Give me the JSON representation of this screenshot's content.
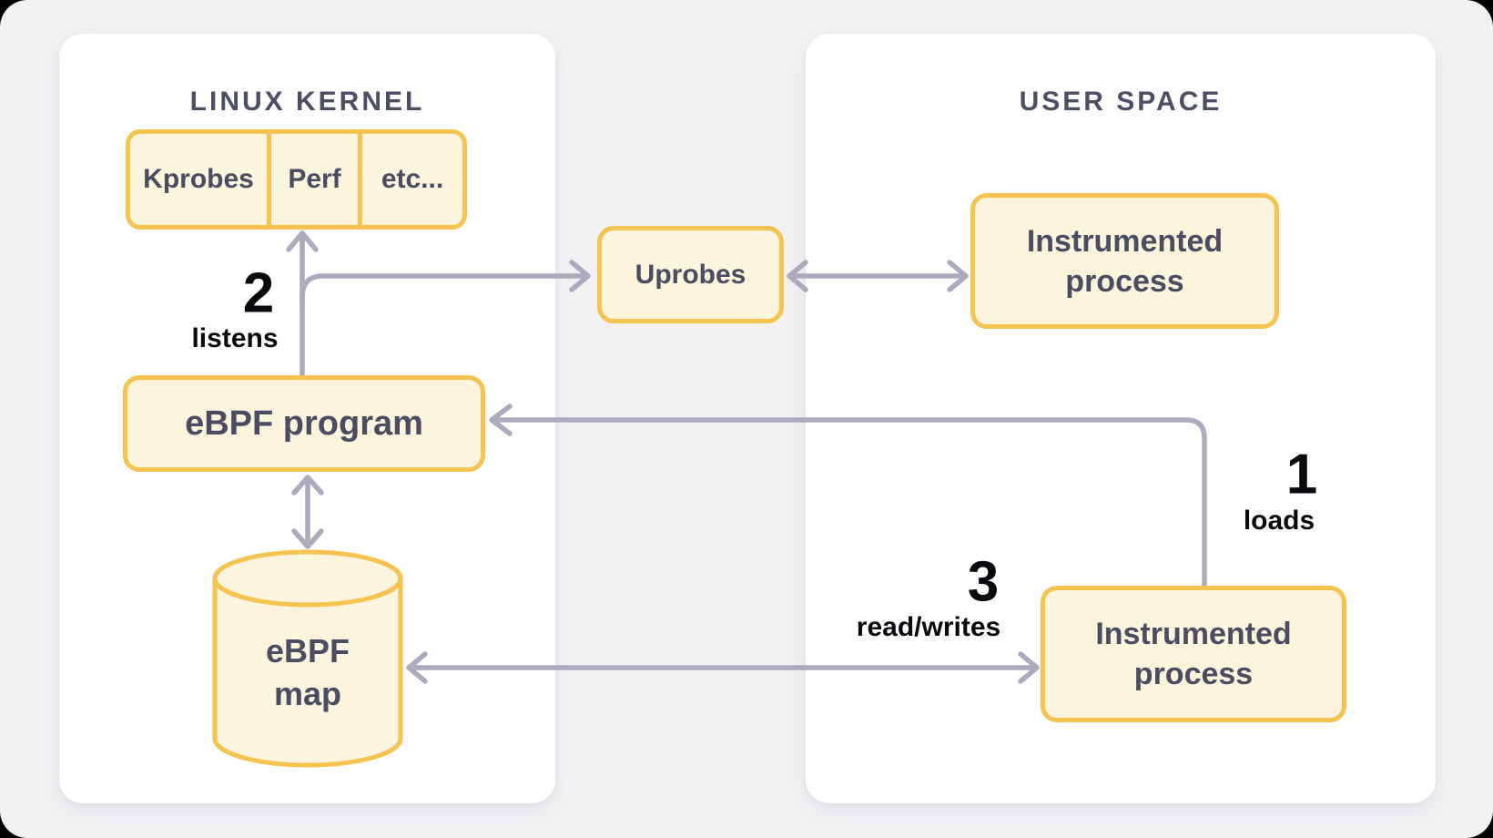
{
  "colors": {
    "outer_background": "#000000",
    "canvas_background": "#F1F1F4",
    "panel_background": "#FFFFFF",
    "node_fill": "#FDF4DD",
    "node_border": "#F5C350",
    "arrow": "#ACAABC",
    "panel_title_text": "#4C4E64",
    "node_text": "#4A4C62",
    "step_text": "#0A0A0E"
  },
  "panels": {
    "kernel": {
      "title": "LINUX KERNEL"
    },
    "user": {
      "title": "USER SPACE"
    }
  },
  "nodes": {
    "probes": {
      "segments": [
        "Kprobes",
        "Perf",
        "etc..."
      ]
    },
    "ebpf_program": {
      "label": "eBPF program"
    },
    "uprobes": {
      "label": "Uprobes"
    },
    "instrumented_top": {
      "label": "Instrumented process"
    },
    "instrumented_bottom": {
      "label": "Instrumented process"
    },
    "ebpf_map": {
      "label": "eBPF\nmap"
    }
  },
  "steps": {
    "step1": {
      "number": "1",
      "label": "loads"
    },
    "step2": {
      "number": "2",
      "label": "listens"
    },
    "step3": {
      "number": "3",
      "label": "read/writes"
    }
  },
  "arrows": {
    "listens": "eBPF program to kernel probes",
    "uprobes_branch": "eBPF program to Uprobes",
    "uprobes_process": "Uprobes to instrumented process (both ways)",
    "loads": "Instrumented process loads eBPF program",
    "program_map": "eBPF program to eBPF map (both ways)",
    "read_writes": "eBPF map to instrumented process (both ways)"
  }
}
